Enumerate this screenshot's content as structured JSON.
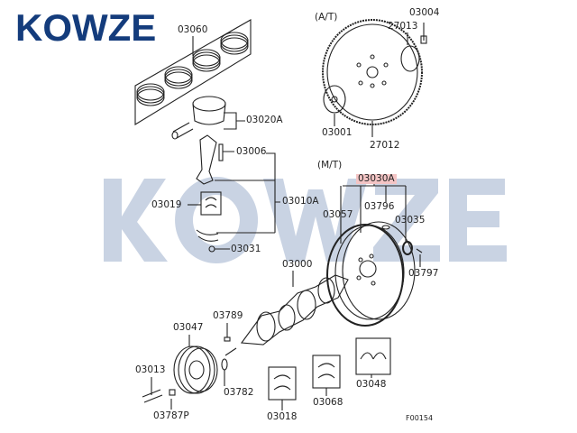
{
  "brand": {
    "logo": "KOWZE",
    "watermark": "KOWZE",
    "logo_color": "#143c7c",
    "watermark_color": "#c9d3e3"
  },
  "diagram": {
    "labels": {
      "rings": "03060",
      "piston": "03020A",
      "bolt": "03006",
      "rod_assy": "03010A",
      "bearing_rod": "03019",
      "nut": "03031",
      "crankshaft": "03000",
      "key": "03789",
      "pulley": "03047",
      "pulley_bolt": "03013",
      "washer": "03782",
      "plug": "03787P",
      "bearing_main": "03018",
      "bearing_upper": "03068",
      "thrust": "03048",
      "at_tag": "(A/T)",
      "at_bolt": "03004",
      "at_plate": "27013",
      "at_adapter": "03001",
      "drive_plate": "27012",
      "mt_tag": "(M/T)",
      "flywheel_assy": "03030A",
      "ring_gear": "03057",
      "pin": "03796",
      "bearing_pilot": "03035",
      "fw_bolt": "03797",
      "figure_code": "F00154"
    },
    "highlight_color": "#f3c4c4"
  }
}
